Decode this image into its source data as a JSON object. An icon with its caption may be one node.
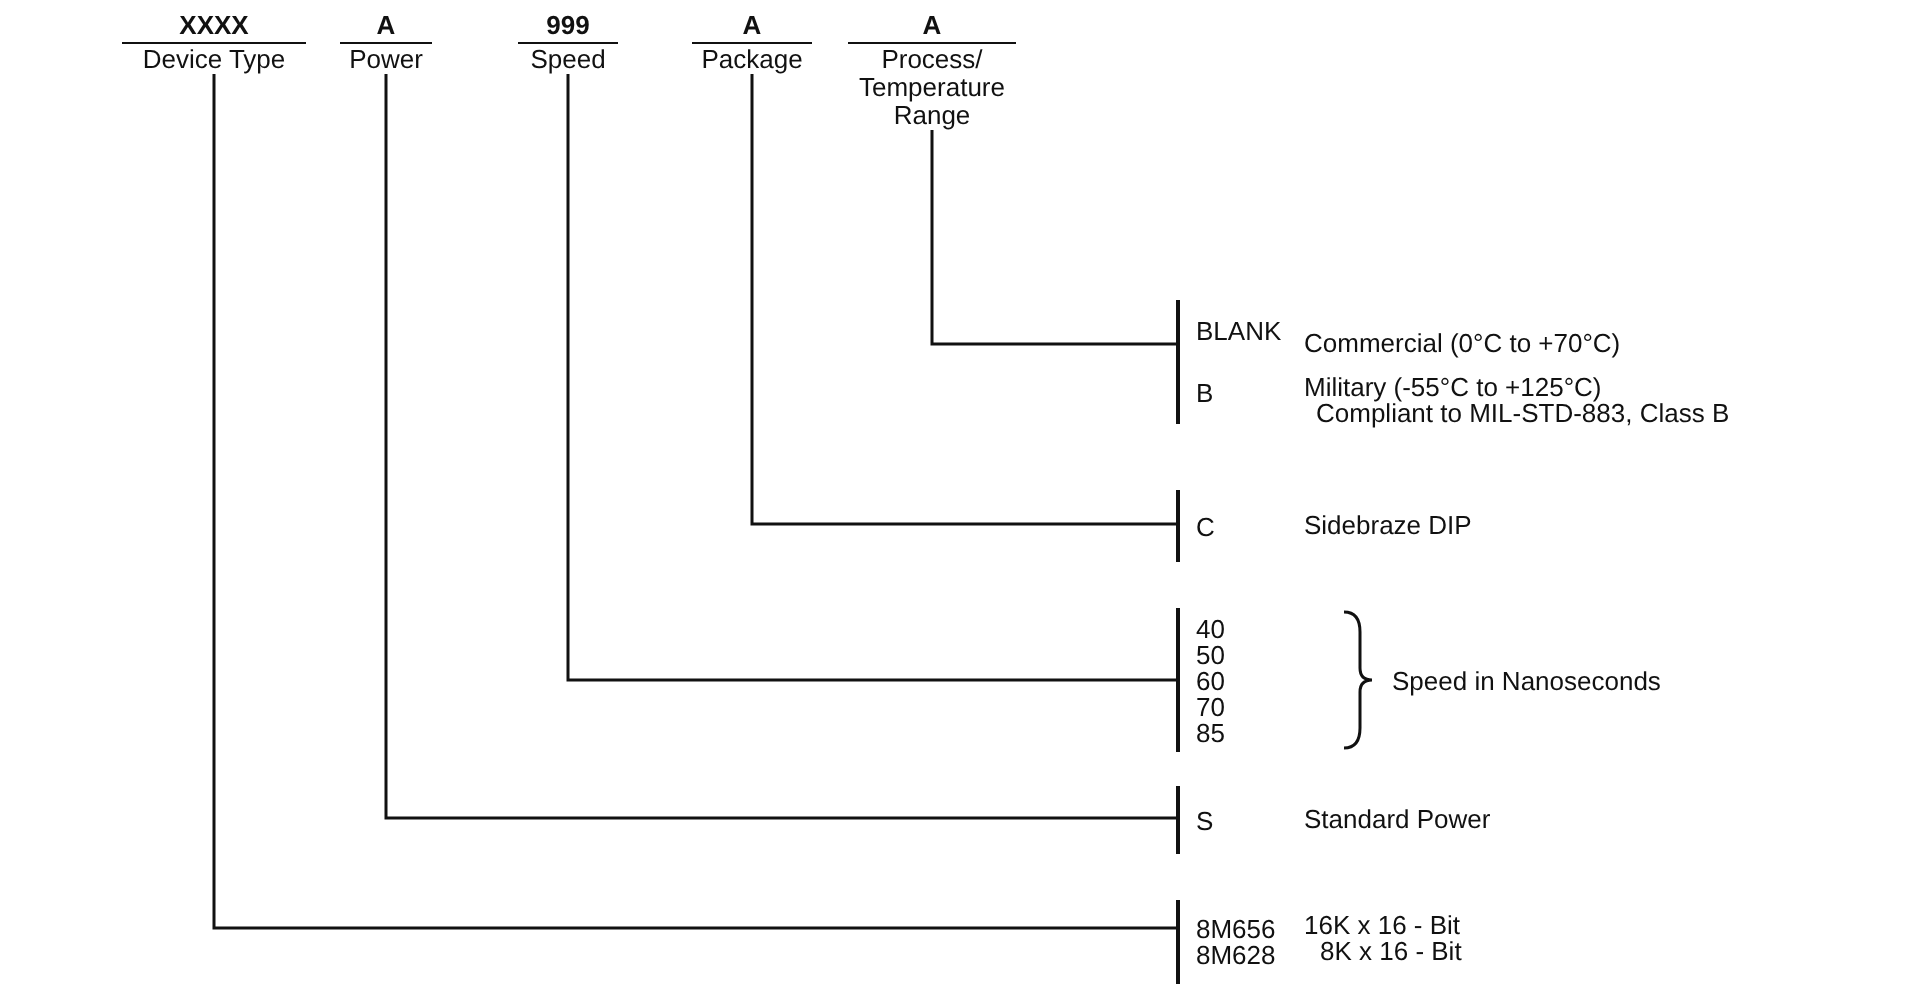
{
  "diagram": {
    "nodes": [
      {
        "text": [
          "XXXX",
          "Device Type"
        ]
      },
      {
        "text": [
          "A",
          "Power"
        ]
      },
      {
        "text": [
          "999",
          "Speed"
        ]
      },
      {
        "text": [
          "A",
          "Package"
        ]
      },
      {
        "text": [
          "A",
          "Process/ Temperature Range"
        ]
      },
      {
        "text": [
          "BLANK",
          "B"
        ],
        "beside": [
          "Commercial (0°C to +70°C)",
          "Military (-55°C to +125°C)",
          "Compliant to MIL-STD-883, Class B"
        ]
      },
      {
        "text": [
          "C"
        ],
        "beside": [
          "Sidebraze DIP"
        ]
      },
      {
        "text": [
          "40",
          "50",
          "60",
          "70",
          "85"
        ]
      },
      {
        "text": [
          "S"
        ],
        "beside": [
          "Standard Power"
        ]
      },
      {
        "text": [
          "8M656",
          "8M628"
        ],
        "beside": [
          "16K x 16 - Bit",
          "8K x 16 - Bit"
        ]
      }
    ],
    "edges": [
      {
        "from": 4,
        "to": 5,
        "arrow": "none"
      },
      {
        "from": 3,
        "to": 6,
        "arrow": "none"
      },
      {
        "from": 2,
        "to": 7,
        "arrow": "none"
      },
      {
        "from": 1,
        "to": 8,
        "arrow": "none"
      },
      {
        "from": 0,
        "to": 9,
        "arrow": "none"
      }
    ],
    "labels": [
      "Speed in Nanoseconds"
    ]
  }
}
